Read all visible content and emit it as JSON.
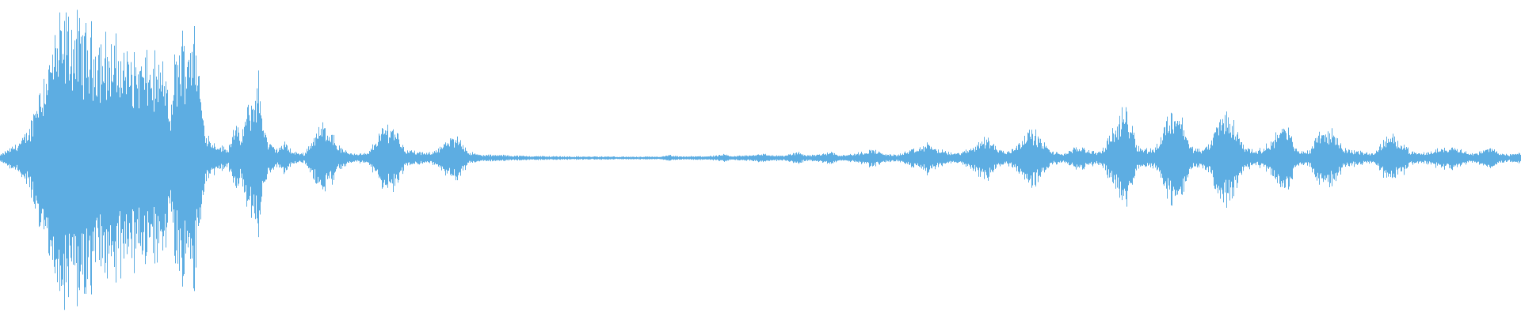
{
  "waveform": {
    "color": "#5dade2",
    "background": "#ffffff",
    "envelope": [
      [
        0.0,
        0.02
      ],
      [
        0.006,
        0.06
      ],
      [
        0.012,
        0.1
      ],
      [
        0.016,
        0.14
      ],
      [
        0.02,
        0.22
      ],
      [
        0.024,
        0.42
      ],
      [
        0.028,
        0.52
      ],
      [
        0.034,
        0.72
      ],
      [
        0.04,
        0.86
      ],
      [
        0.046,
        0.88
      ],
      [
        0.052,
        0.84
      ],
      [
        0.058,
        0.8
      ],
      [
        0.066,
        0.76
      ],
      [
        0.074,
        0.72
      ],
      [
        0.082,
        0.68
      ],
      [
        0.09,
        0.64
      ],
      [
        0.098,
        0.62
      ],
      [
        0.106,
        0.58
      ],
      [
        0.11,
        0.52
      ],
      [
        0.112,
        0.2
      ],
      [
        0.114,
        0.62
      ],
      [
        0.118,
        0.72
      ],
      [
        0.124,
        0.82
      ],
      [
        0.128,
        0.84
      ],
      [
        0.13,
        0.62
      ],
      [
        0.134,
        0.22
      ],
      [
        0.138,
        0.12
      ],
      [
        0.144,
        0.08
      ],
      [
        0.15,
        0.06
      ],
      [
        0.154,
        0.24
      ],
      [
        0.158,
        0.12
      ],
      [
        0.162,
        0.3
      ],
      [
        0.166,
        0.38
      ],
      [
        0.17,
        0.52
      ],
      [
        0.172,
        0.3
      ],
      [
        0.176,
        0.1
      ],
      [
        0.182,
        0.06
      ],
      [
        0.188,
        0.1
      ],
      [
        0.192,
        0.04
      ],
      [
        0.2,
        0.03
      ],
      [
        0.206,
        0.14
      ],
      [
        0.212,
        0.22
      ],
      [
        0.218,
        0.18
      ],
      [
        0.222,
        0.08
      ],
      [
        0.228,
        0.04
      ],
      [
        0.234,
        0.03
      ],
      [
        0.242,
        0.03
      ],
      [
        0.248,
        0.14
      ],
      [
        0.254,
        0.22
      ],
      [
        0.26,
        0.2
      ],
      [
        0.266,
        0.06
      ],
      [
        0.274,
        0.04
      ],
      [
        0.282,
        0.03
      ],
      [
        0.29,
        0.08
      ],
      [
        0.296,
        0.12
      ],
      [
        0.302,
        0.14
      ],
      [
        0.308,
        0.04
      ],
      [
        0.316,
        0.02
      ],
      [
        0.33,
        0.02
      ],
      [
        0.34,
        0.015
      ],
      [
        0.36,
        0.012
      ],
      [
        0.38,
        0.01
      ],
      [
        0.4,
        0.01
      ],
      [
        0.42,
        0.008
      ],
      [
        0.436,
        0.01
      ],
      [
        0.44,
        0.02
      ],
      [
        0.446,
        0.01
      ],
      [
        0.46,
        0.012
      ],
      [
        0.472,
        0.015
      ],
      [
        0.476,
        0.025
      ],
      [
        0.48,
        0.012
      ],
      [
        0.494,
        0.02
      ],
      [
        0.5,
        0.03
      ],
      [
        0.506,
        0.02
      ],
      [
        0.516,
        0.015
      ],
      [
        0.524,
        0.04
      ],
      [
        0.53,
        0.02
      ],
      [
        0.54,
        0.025
      ],
      [
        0.546,
        0.045
      ],
      [
        0.552,
        0.02
      ],
      [
        0.56,
        0.025
      ],
      [
        0.568,
        0.04
      ],
      [
        0.574,
        0.06
      ],
      [
        0.58,
        0.03
      ],
      [
        0.59,
        0.02
      ],
      [
        0.598,
        0.05
      ],
      [
        0.604,
        0.06
      ],
      [
        0.61,
        0.1
      ],
      [
        0.616,
        0.06
      ],
      [
        0.622,
        0.04
      ],
      [
        0.628,
        0.03
      ],
      [
        0.636,
        0.05
      ],
      [
        0.644,
        0.11
      ],
      [
        0.65,
        0.14
      ],
      [
        0.656,
        0.06
      ],
      [
        0.662,
        0.04
      ],
      [
        0.668,
        0.08
      ],
      [
        0.674,
        0.16
      ],
      [
        0.68,
        0.18
      ],
      [
        0.686,
        0.1
      ],
      [
        0.692,
        0.04
      ],
      [
        0.7,
        0.03
      ],
      [
        0.706,
        0.06
      ],
      [
        0.712,
        0.08
      ],
      [
        0.716,
        0.05
      ],
      [
        0.722,
        0.04
      ],
      [
        0.726,
        0.06
      ],
      [
        0.73,
        0.16
      ],
      [
        0.736,
        0.24
      ],
      [
        0.74,
        0.33
      ],
      [
        0.744,
        0.24
      ],
      [
        0.748,
        0.08
      ],
      [
        0.752,
        0.06
      ],
      [
        0.758,
        0.06
      ],
      [
        0.762,
        0.1
      ],
      [
        0.766,
        0.22
      ],
      [
        0.77,
        0.3
      ],
      [
        0.774,
        0.32
      ],
      [
        0.778,
        0.24
      ],
      [
        0.782,
        0.09
      ],
      [
        0.786,
        0.06
      ],
      [
        0.792,
        0.06
      ],
      [
        0.796,
        0.1
      ],
      [
        0.8,
        0.22
      ],
      [
        0.806,
        0.3
      ],
      [
        0.812,
        0.22
      ],
      [
        0.818,
        0.08
      ],
      [
        0.822,
        0.06
      ],
      [
        0.826,
        0.05
      ],
      [
        0.83,
        0.06
      ],
      [
        0.834,
        0.09
      ],
      [
        0.838,
        0.14
      ],
      [
        0.842,
        0.21
      ],
      [
        0.848,
        0.18
      ],
      [
        0.852,
        0.06
      ],
      [
        0.858,
        0.04
      ],
      [
        0.862,
        0.06
      ],
      [
        0.866,
        0.17
      ],
      [
        0.872,
        0.18
      ],
      [
        0.878,
        0.16
      ],
      [
        0.884,
        0.06
      ],
      [
        0.89,
        0.05
      ],
      [
        0.896,
        0.04
      ],
      [
        0.904,
        0.03
      ],
      [
        0.91,
        0.12
      ],
      [
        0.916,
        0.14
      ],
      [
        0.922,
        0.11
      ],
      [
        0.928,
        0.04
      ],
      [
        0.934,
        0.03
      ],
      [
        0.94,
        0.04
      ],
      [
        0.946,
        0.06
      ],
      [
        0.952,
        0.07
      ],
      [
        0.958,
        0.08
      ],
      [
        0.964,
        0.04
      ],
      [
        0.97,
        0.03
      ],
      [
        0.976,
        0.05
      ],
      [
        0.98,
        0.07
      ],
      [
        0.986,
        0.04
      ],
      [
        0.992,
        0.02
      ],
      [
        0.996,
        0.03
      ],
      [
        1.0,
        0.04
      ]
    ]
  }
}
